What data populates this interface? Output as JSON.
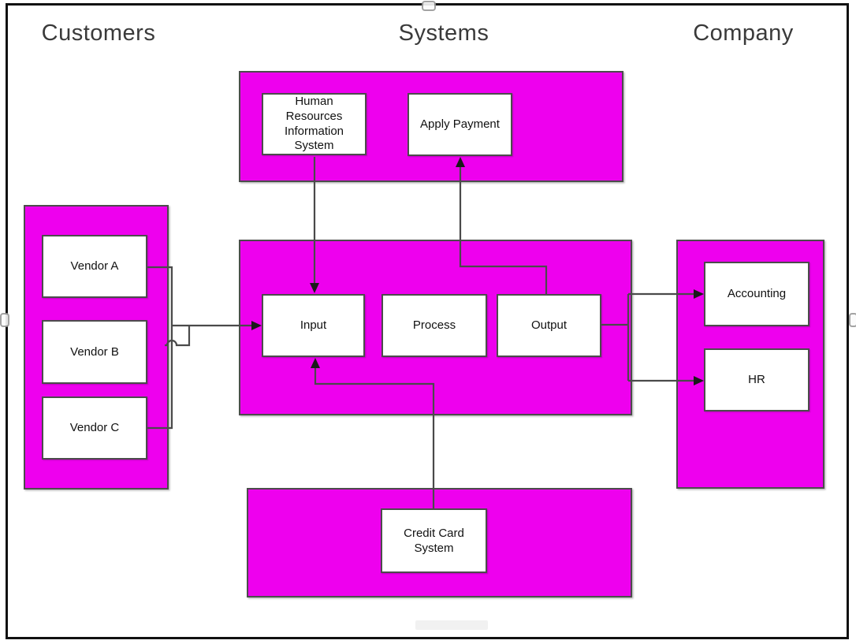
{
  "headers": {
    "customers": "Customers",
    "systems": "Systems",
    "company": "Company"
  },
  "nodes": {
    "vendor_a": "Vendor A",
    "vendor_b": "Vendor B",
    "vendor_c": "Vendor C",
    "hris": "Human Resources Information System",
    "apply_payment": "Apply Payment",
    "input": "Input",
    "process": "Process",
    "output": "Output",
    "accounting": "Accounting",
    "hr": "HR",
    "credit_card": "Credit Card System"
  },
  "colors": {
    "container_fill": "#ee00ee",
    "shape_border": "#4c4c4c",
    "connector_line": "#4a4a4a",
    "arrowhead": "#1a1a1a",
    "page_border": "#111111",
    "header_text": "#3a3a3a",
    "label_text": "#111111"
  }
}
